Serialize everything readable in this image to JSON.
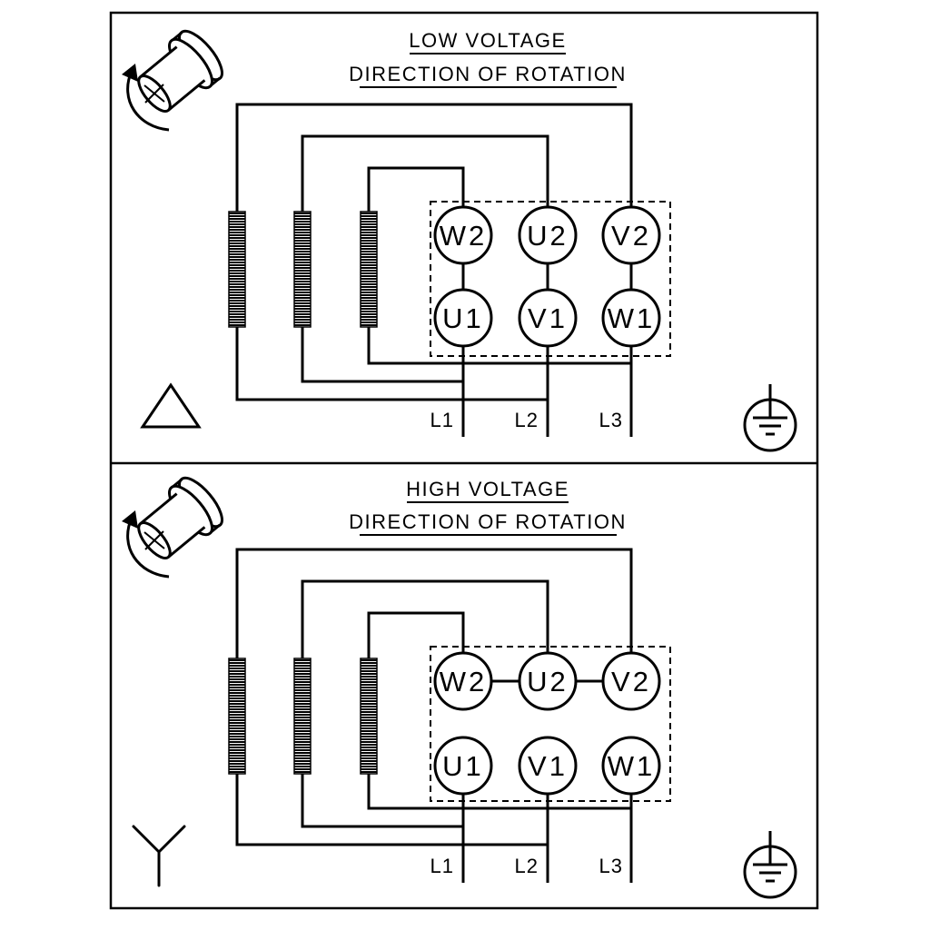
{
  "diagram": {
    "type": "motor-terminal-wiring-diagram",
    "background": "#ffffff",
    "line_color": "#000000"
  },
  "panels": [
    {
      "title": "LOW VOLTAGE",
      "subtitle": "DIRECTION OF ROTATION",
      "connection": "delta",
      "terminals": {
        "top_row": [
          "W2",
          "U2",
          "V2"
        ],
        "bottom_row": [
          "U1",
          "V1",
          "W1"
        ]
      },
      "bridges": [
        "W2-U1",
        "U2-V1",
        "V2-W1"
      ],
      "supply": [
        "L1",
        "L2",
        "L3"
      ]
    },
    {
      "title": "HIGH VOLTAGE",
      "subtitle": "DIRECTION OF ROTATION",
      "connection": "star",
      "terminals": {
        "top_row": [
          "W2",
          "U2",
          "V2"
        ],
        "bottom_row": [
          "U1",
          "V1",
          "W1"
        ]
      },
      "bridges": [
        "W2-U2",
        "U2-V2"
      ],
      "supply": [
        "L1",
        "L2",
        "L3"
      ]
    }
  ],
  "icons": {
    "rotation": "rotation-direction-icon",
    "delta": "delta-connection-icon",
    "star": "star-connection-icon",
    "earth": "earth-ground-icon",
    "winding": "motor-winding-coil"
  }
}
